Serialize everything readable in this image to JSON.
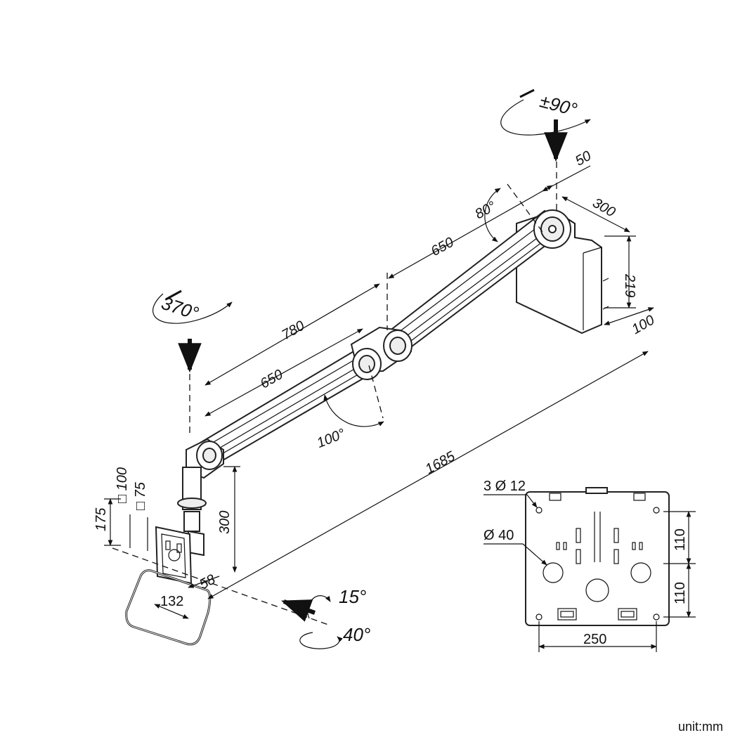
{
  "rotations": {
    "top_swivel": "±90°",
    "base_swivel": "370°",
    "tilt": "15°",
    "pan": "40°"
  },
  "angles": {
    "upper_joint": "80°",
    "lower_joint": "100°"
  },
  "dimensions": {
    "upper_arm_650": "650",
    "clamp_offset_50": "50",
    "depth_300": "300",
    "height_219": "219",
    "bracket_100": "100",
    "total_reach_780": "780",
    "lower_arm_650": "650",
    "total_1685": "1685",
    "post_height_300": "300",
    "vesa_100": "□ 100",
    "vesa_75": "□ 75",
    "height_175": "175",
    "offset_58": "58",
    "width_132": "132"
  },
  "plate": {
    "holes_label": "3 Ø 12",
    "bore_label": "Ø 40",
    "spacing_top": "110",
    "spacing_bottom": "110",
    "width": "250"
  },
  "unit_label": "unit:mm"
}
